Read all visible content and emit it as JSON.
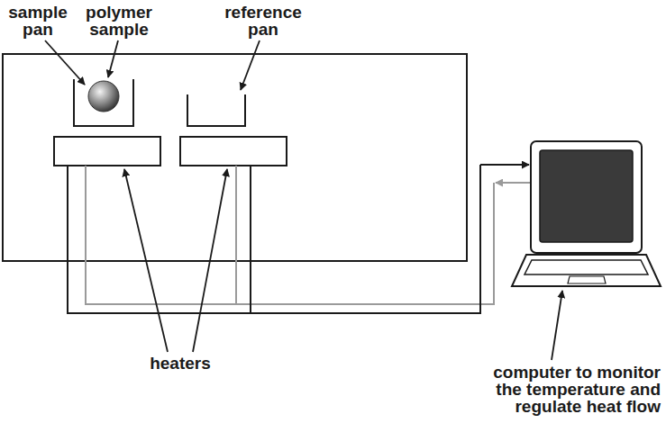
{
  "diagram": {
    "labels": [
      "sample pan",
      "polymer sample",
      "reference pan",
      "heaters",
      "computer to monitor the temperature and regulate heat flow"
    ]
  }
}
